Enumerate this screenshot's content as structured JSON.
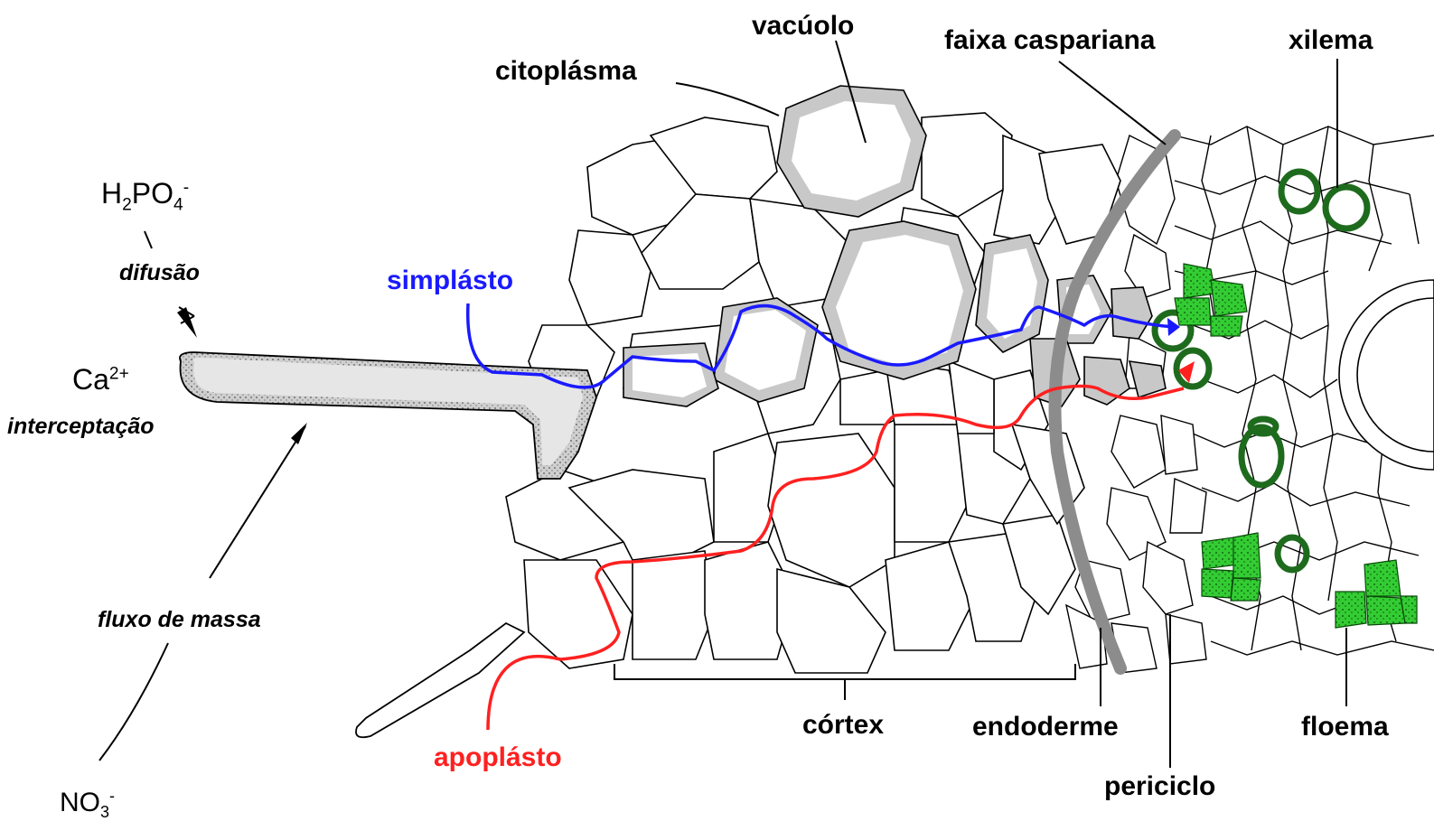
{
  "labels": {
    "vacuolo": "vacúolo",
    "citoplasma": "citoplásma",
    "faixa_caspariana": "faixa caspariana",
    "xilema": "xilema",
    "simplasto": "simplásto",
    "apoplasto": "apoplásto",
    "cortex": "córtex",
    "endoderme": "endoderme",
    "floema": "floema",
    "periciclo": "periciclo",
    "difusao": "difusão",
    "interceptacao": "interceptação",
    "fluxo_de_massa": "fluxo de massa"
  },
  "ions": {
    "phosphate": {
      "base": "H",
      "sub1": "2",
      "mid": "PO",
      "sub2": "4",
      "sup": "-"
    },
    "calcium": {
      "base": "Ca",
      "sup": "2+"
    },
    "nitrate": {
      "base": "NO",
      "sub": "3",
      "sup": "-"
    }
  },
  "colors": {
    "simplasto": "#1a1aff",
    "apoplasto": "#ff2020",
    "xylem": "#1e6b1e",
    "phloem": "#33cc33",
    "casparian_strip": "#8c8c8c",
    "cytoplasm": "#c8c8c8"
  }
}
